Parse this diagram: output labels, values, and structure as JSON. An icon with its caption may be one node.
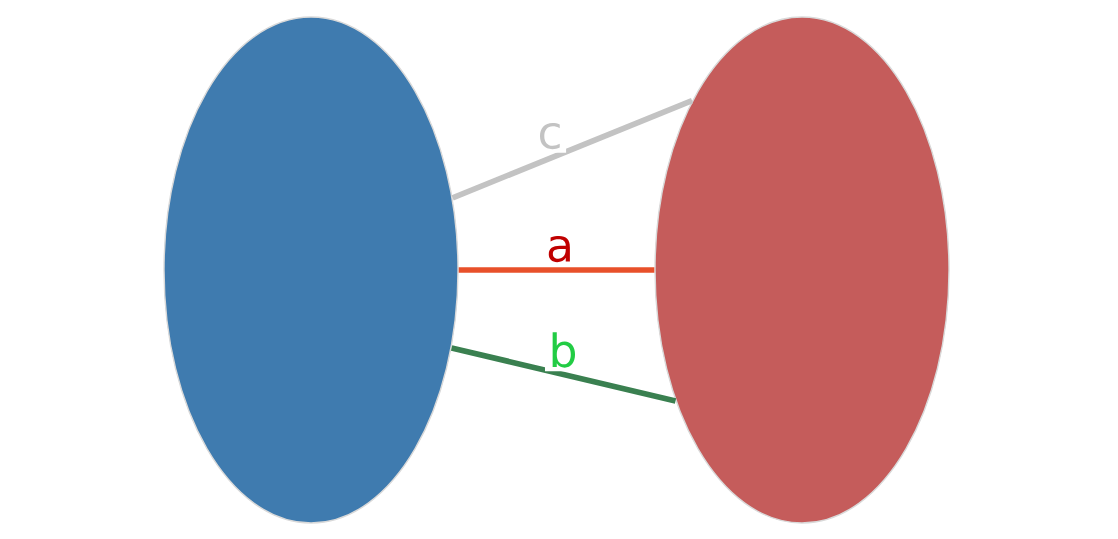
{
  "diagram": {
    "nodes": [
      {
        "text": [],
        "shape": "ellipse"
      },
      {
        "text": [],
        "shape": "ellipse"
      }
    ],
    "edges": [
      {
        "from": 0,
        "to": 1,
        "arrow": "none",
        "label": "c",
        "color": "#c3c3c3"
      },
      {
        "from": 0,
        "to": 1,
        "arrow": "none",
        "label": "a",
        "color": "#e8502a"
      },
      {
        "from": 0,
        "to": 1,
        "arrow": "none",
        "label": "b",
        "color": "#3a8050"
      }
    ]
  }
}
